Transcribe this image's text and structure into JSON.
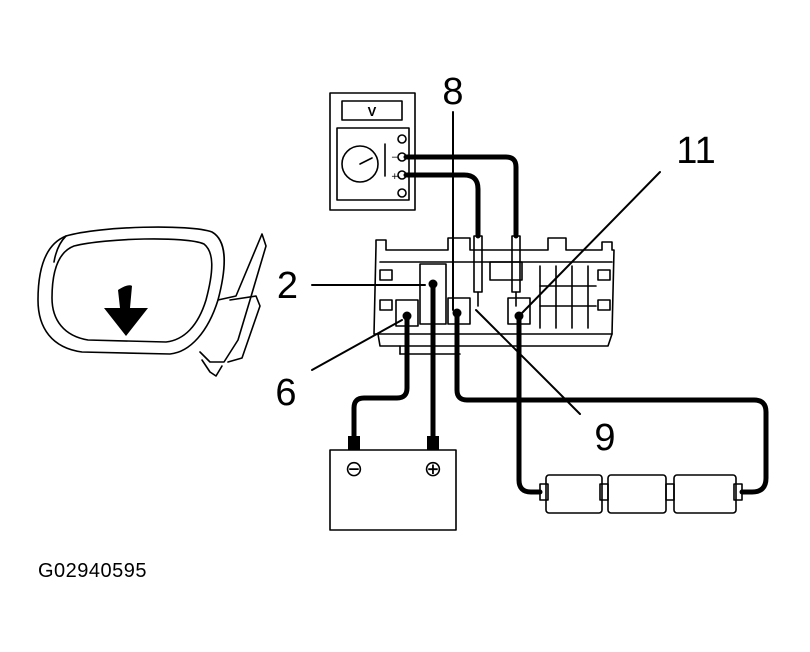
{
  "figure": {
    "code": "G02940595"
  },
  "multimeter": {
    "display_label": "V",
    "terminal_minus": "−",
    "terminal_plus": "+"
  },
  "connector": {
    "pin_labels": {
      "p2": "2",
      "p6": "6",
      "p8": "8",
      "p9": "9",
      "p11": "11"
    }
  },
  "battery": {
    "negative_symbol": "⊖",
    "positive_symbol": "⊕"
  },
  "icons": {
    "mirror": "outside-rear-view-mirror-icon",
    "arrow": "down-arrow-icon",
    "meter": "voltmeter-icon",
    "battery": "battery-icon",
    "bulbs": "test-bulb-icon"
  },
  "colors": {
    "ink": "#000000",
    "background": "#ffffff"
  }
}
